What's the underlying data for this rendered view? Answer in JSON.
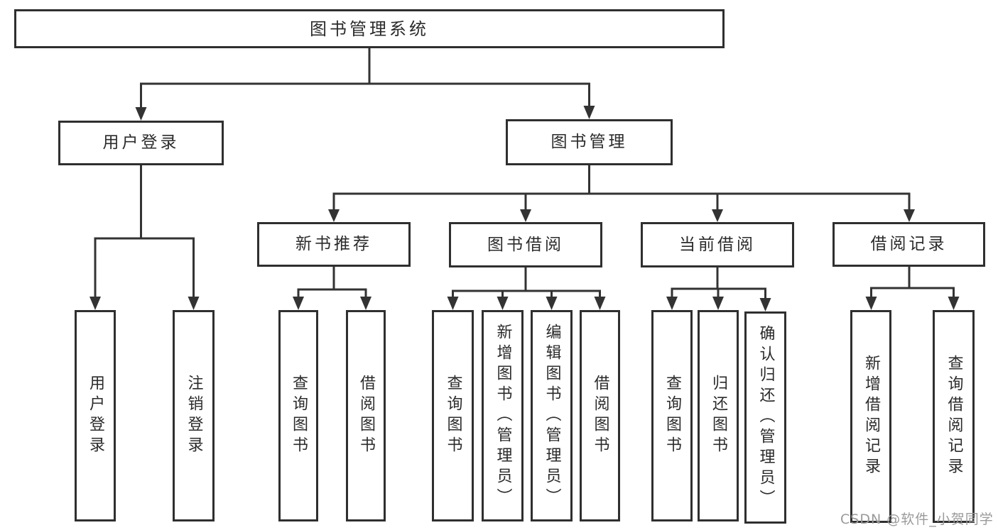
{
  "diagram": {
    "root": {
      "label": "图书管理系统"
    },
    "level2": [
      {
        "label": "用户登录"
      },
      {
        "label": "图书管理"
      }
    ],
    "user_login_children": [
      "用户登录",
      "注销登录"
    ],
    "modules": [
      {
        "label": "新书推荐",
        "children": [
          "查询图书",
          "借阅图书"
        ]
      },
      {
        "label": "图书借阅",
        "children": [
          "查询图书",
          "新增图书（管理员）",
          "编辑图书（管理员）",
          "借阅图书"
        ]
      },
      {
        "label": "当前借阅",
        "children": [
          "查询图书",
          "归还图书",
          "确认归还（管理员）"
        ]
      },
      {
        "label": "借阅记录",
        "children": [
          "新增借阅记录",
          "查询借阅记录"
        ]
      }
    ]
  },
  "watermark": {
    "text": "CSDN @软件_小贺同学"
  },
  "colors": {
    "line": "#333333",
    "box_border": "#2f2f2f",
    "box_fill": "#ffffff",
    "text": "#2b2b2b",
    "watermark": "#9a9a9a",
    "background": "#ffffff"
  }
}
